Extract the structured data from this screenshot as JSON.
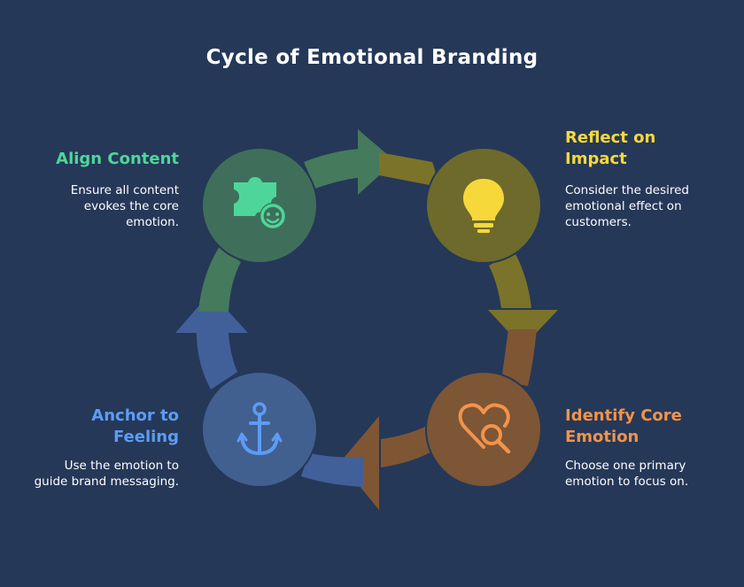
{
  "title": "Cycle of Emotional Branding",
  "steps": [
    {
      "id": "align",
      "label_lines": [
        "Align Content"
      ],
      "desc_lines": [
        "Ensure all content",
        "evokes the core",
        "emotion."
      ],
      "icon": "puzzle-smiley-icon",
      "circle_color": "#3f6f5a",
      "arrow_color": "#467a5c",
      "label_color": "#4ed69a"
    },
    {
      "id": "reflect",
      "label_lines": [
        "Reflect on",
        "Impact"
      ],
      "desc_lines": [
        "Consider the desired",
        "emotional effect on",
        "customers."
      ],
      "icon": "lightbulb-icon",
      "circle_color": "#6d6a2c",
      "arrow_color": "#7b7329",
      "label_color": "#f7d83a"
    },
    {
      "id": "identify",
      "label_lines": [
        "Identify Core",
        "Emotion"
      ],
      "desc_lines": [
        "Choose one primary",
        "emotion to focus on."
      ],
      "icon": "heart-search-icon",
      "circle_color": "#7c5635",
      "arrow_color": "#7f5634",
      "label_color": "#f2934a"
    },
    {
      "id": "anchor",
      "label_lines": [
        "Anchor to",
        "Feeling"
      ],
      "desc_lines": [
        "Use the emotion to",
        "guide brand messaging."
      ],
      "icon": "anchor-icon",
      "circle_color": "#41608f",
      "arrow_color": "#41609a",
      "label_color": "#5c9cf5"
    }
  ]
}
